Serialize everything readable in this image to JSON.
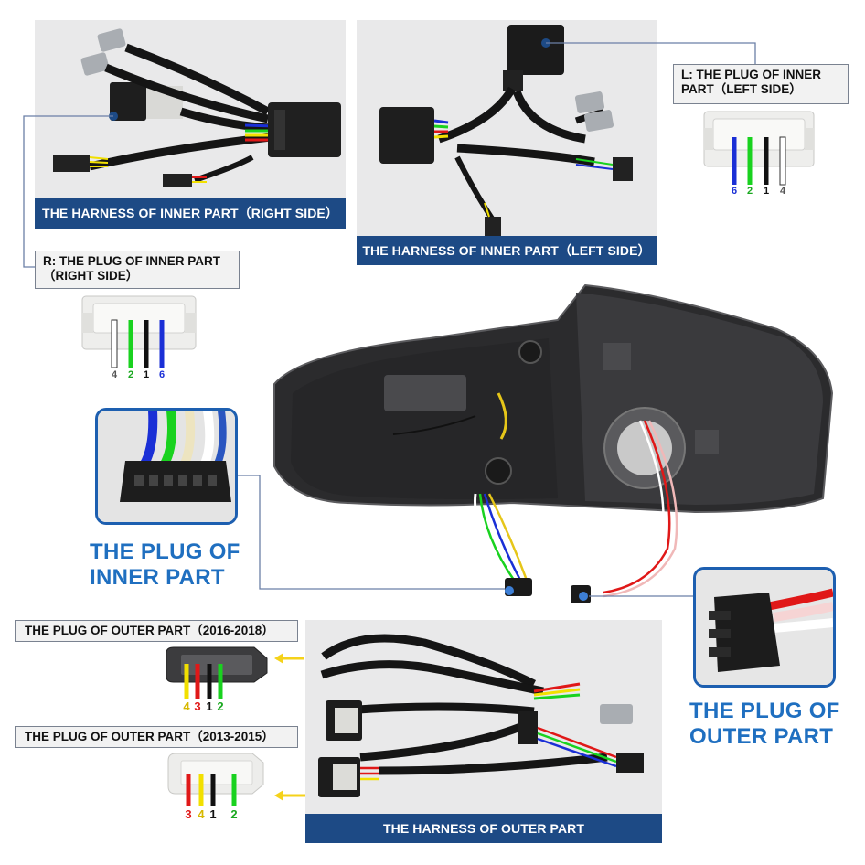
{
  "photos": {
    "right_harness_caption": "THE HARNESS OF INNER PART（RIGHT SIDE）",
    "left_harness_caption": "THE HARNESS OF INNER PART（LEFT SIDE）",
    "outer_harness_caption": "THE HARNESS OF OUTER PART"
  },
  "labels": {
    "left_plug": {
      "line1": "L: THE PLUG OF INNER",
      "line2": "PART（LEFT SIDE）"
    },
    "right_plug": {
      "line1": "R: THE PLUG OF INNER PART",
      "line2": "（RIGHT SIDE）"
    },
    "outer_2016": "THE PLUG OF OUTER PART（2016-2018）",
    "outer_2013": "THE PLUG OF OUTER PART（2013-2015）"
  },
  "callouts": {
    "inner": {
      "line1": "THE PLUG OF",
      "line2": "INNER PART"
    },
    "outer": {
      "line1": "THE PLUG OF",
      "line2": "OUTER PART"
    }
  },
  "pinouts": {
    "left_plug": [
      {
        "num": "6",
        "color": "#1a2fd6"
      },
      {
        "num": "2",
        "color": "#19d21f"
      },
      {
        "num": "1",
        "color": "#111111"
      },
      {
        "num": "4",
        "color": "#ffffff"
      }
    ],
    "right_plug": [
      {
        "num": "4",
        "color": "#ffffff"
      },
      {
        "num": "2",
        "color": "#19d21f"
      },
      {
        "num": "1",
        "color": "#111111"
      },
      {
        "num": "6",
        "color": "#1a2fd6"
      }
    ],
    "outer_2016": [
      {
        "num": "4",
        "color": "#f2e000"
      },
      {
        "num": "3",
        "color": "#e01818"
      },
      {
        "num": "1",
        "color": "#111111"
      },
      {
        "num": "2",
        "color": "#19d21f"
      }
    ],
    "outer_2013": [
      {
        "num": "3",
        "color": "#e01818"
      },
      {
        "num": "4",
        "color": "#f2e000"
      },
      {
        "num": "1",
        "color": "#111111"
      },
      {
        "num": "2",
        "color": "#19d21f"
      }
    ]
  },
  "colors": {
    "caption_bar": "#1d4a85",
    "callout_blue": "#1f6fc0",
    "arrow_yellow": "#f5d21a",
    "leader_line": "#6b7fa6"
  }
}
